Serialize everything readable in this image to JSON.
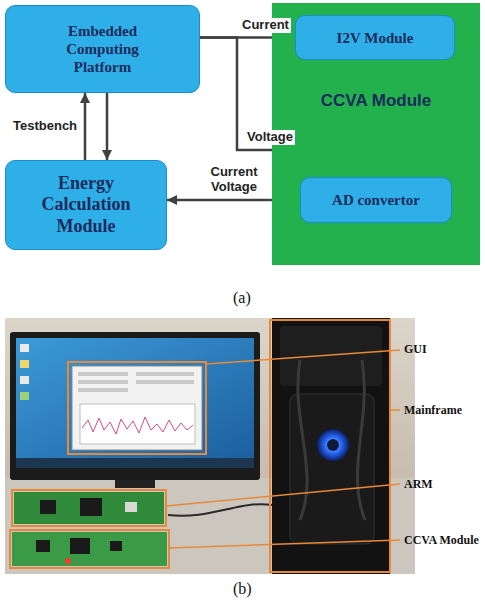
{
  "diagram": {
    "nodes": [
      {
        "text": [
          "Embedded Computing Platform"
        ]
      },
      {
        "text": [
          "CCVA Module"
        ]
      },
      {
        "text": [
          "I2V Module"
        ],
        "in": 1
      },
      {
        "text": [
          "Energy Calculation Module"
        ]
      },
      {
        "text": [
          "AD convertor"
        ],
        "in": 1
      }
    ],
    "edges": [
      {
        "from": 0,
        "to": 2,
        "label": "Current",
        "arrow": "to"
      },
      {
        "from": 0,
        "to": 4,
        "label": "Voltage",
        "arrow": "to"
      },
      {
        "from": 2,
        "to": 4,
        "arrow": "to"
      },
      {
        "from": 4,
        "to": 3,
        "label": "Current Voltage",
        "arrow": "to"
      },
      {
        "from": 3,
        "to": 0,
        "label": "Testbench",
        "arrow": "to"
      },
      {
        "from": 0,
        "to": 3,
        "arrow": "to"
      }
    ],
    "labels": [
      "(a)",
      "GUI",
      "Mainframe",
      "ARM",
      "CCVA Module",
      "(b)"
    ]
  }
}
